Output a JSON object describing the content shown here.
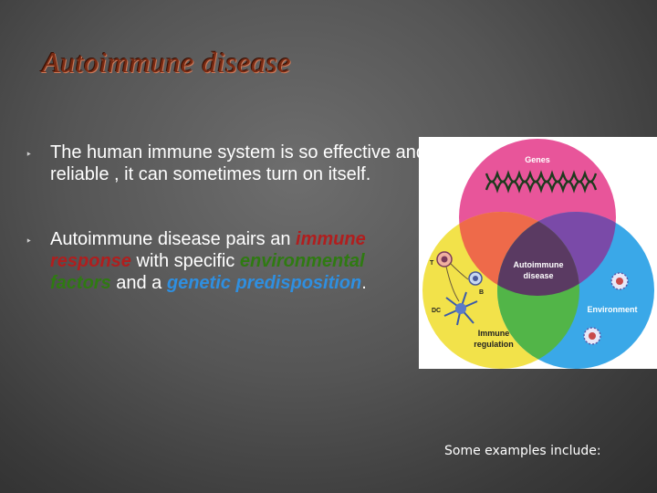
{
  "slide": {
    "title": "Autoimmune disease",
    "bullets": [
      {
        "segments": [
          {
            "text": "The human immune system is so effective and reliable , it can sometimes turn on itself.",
            "style": "plain"
          }
        ]
      },
      {
        "segments": [
          {
            "text": "Autoimmune disease pairs an ",
            "style": "plain"
          },
          {
            "text": "immune response",
            "style": "red"
          },
          {
            "text": " with specific ",
            "style": "plain"
          },
          {
            "text": "environmental factors",
            "style": "green"
          },
          {
            "text": " and a ",
            "style": "plain"
          },
          {
            "text": "genetic predisposition",
            "style": "blue"
          },
          {
            "text": ".",
            "style": "plain"
          }
        ]
      }
    ],
    "footer_text": "Some examples include:"
  },
  "diagram": {
    "labels": {
      "genes": "Genes",
      "center_line1": "Autoimmune",
      "center_line2": "disease",
      "environment": "Environment",
      "regulation_line1": "Immune",
      "regulation_line2": "regulation",
      "t": "T",
      "b": "B",
      "dc": "DC"
    },
    "colors": {
      "genes": "#e8559a",
      "regulation": "#f2e24a",
      "environment": "#3aa8e8",
      "overlap_genes_reg": "#ee6a4a",
      "overlap_genes_env": "#7a4aa8",
      "overlap_reg_env": "#52b548",
      "center": "#5a3a62"
    }
  }
}
